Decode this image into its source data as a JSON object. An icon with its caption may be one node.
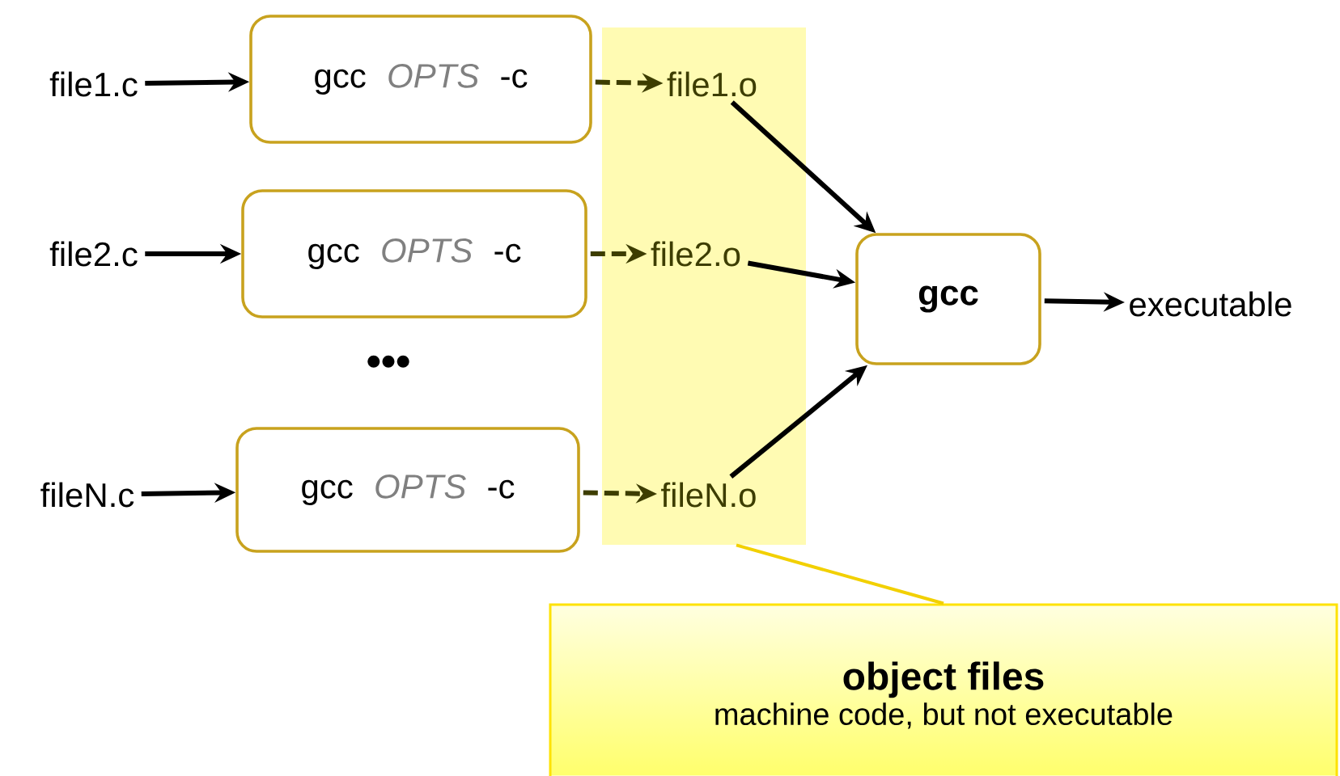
{
  "diagram": {
    "nodes": [
      {
        "text": [],
        "shape": "band"
      },
      {
        "text": [
          "file1.c"
        ]
      },
      {
        "text": [
          "gcc",
          "OPTS",
          "-c"
        ]
      },
      {
        "text": [
          "file1.o"
        ],
        "in": 0
      },
      {
        "text": [
          "file2.c"
        ]
      },
      {
        "text": [
          "gcc",
          "OPTS",
          "-c"
        ]
      },
      {
        "text": [
          "file2.o"
        ],
        "in": 0
      },
      {
        "text": [
          "fileN.c"
        ]
      },
      {
        "text": [
          "gcc",
          "OPTS",
          "-c"
        ]
      },
      {
        "text": [
          "fileN.o"
        ],
        "in": 0
      },
      {
        "text": [
          "gcc"
        ]
      },
      {
        "text": [
          "executable"
        ]
      },
      {
        "text": [
          "object files",
          "machine code, but not executable"
        ]
      }
    ],
    "edges": [
      {
        "from": 1,
        "to": 2,
        "arrow": "to"
      },
      {
        "from": 2,
        "to": 3,
        "arrow": "to",
        "style": "dashed",
        "color": "#3d3d00"
      },
      {
        "from": 4,
        "to": 5,
        "arrow": "to"
      },
      {
        "from": 5,
        "to": 6,
        "arrow": "to",
        "style": "dashed",
        "color": "#3d3d00"
      },
      {
        "from": 7,
        "to": 8,
        "arrow": "to"
      },
      {
        "from": 8,
        "to": 9,
        "arrow": "to",
        "style": "dashed",
        "color": "#3d3d00"
      },
      {
        "from": 3,
        "to": 10,
        "arrow": "to"
      },
      {
        "from": 6,
        "to": 10,
        "arrow": "to"
      },
      {
        "from": 9,
        "to": 10,
        "arrow": "to"
      },
      {
        "from": 10,
        "to": 11,
        "arrow": "to"
      },
      {
        "from": 12,
        "to": 0,
        "arrow": "none",
        "color": "#f2d000"
      }
    ],
    "labels": [
      "•••"
    ]
  }
}
